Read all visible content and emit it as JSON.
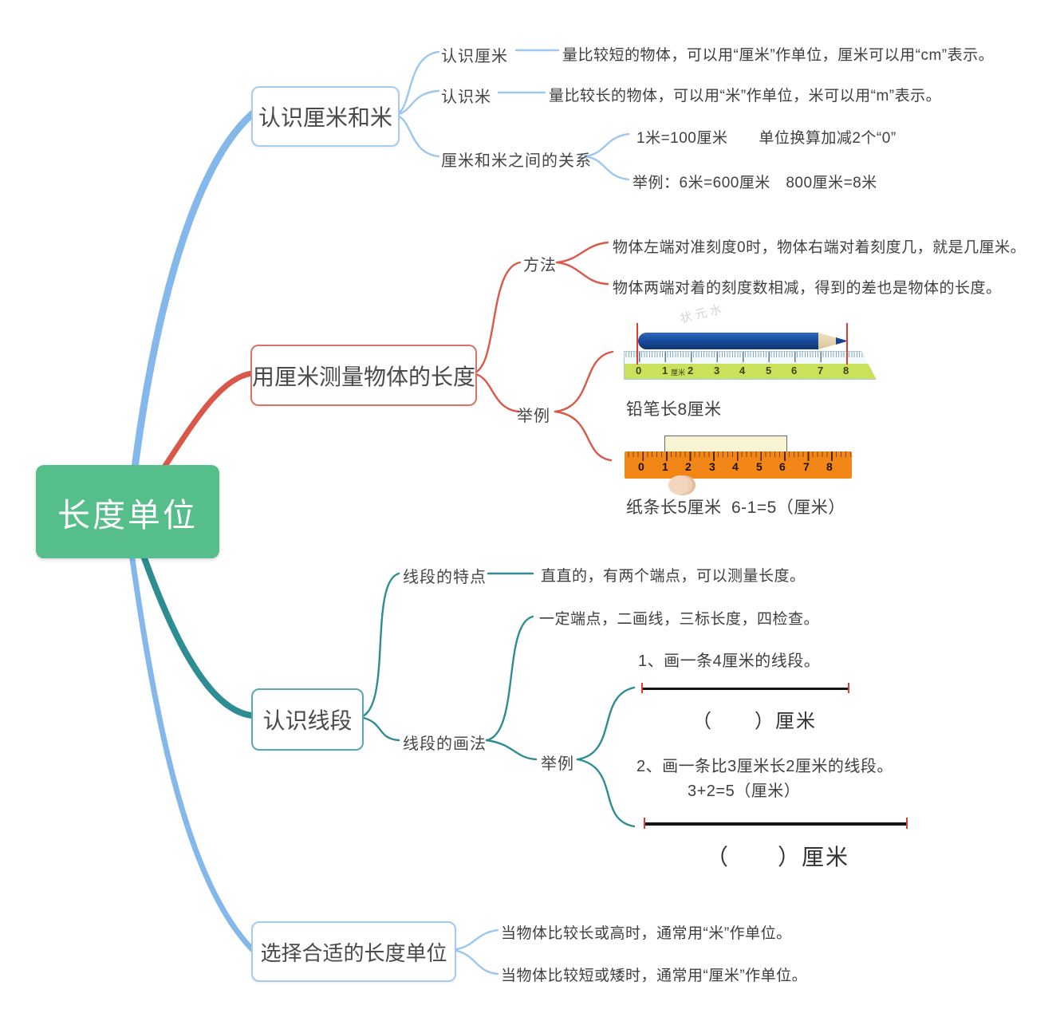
{
  "root": {
    "label": "长度单位"
  },
  "b1": {
    "label": "认识厘米和米",
    "c1": {
      "label": "认识厘米",
      "text": "量比较短的物体，可以用“厘米”作单位，厘米可以用“cm”表示。"
    },
    "c2": {
      "label": "认识米",
      "text": "量比较长的物体，可以用“米”作单位，米可以用“m”表示。"
    },
    "c3": {
      "label": "厘米和米之间的关系",
      "item1": "1米=100厘米　　单位换算加减2个“0”",
      "item2": "举例：6米=600厘米　800厘米=8米"
    }
  },
  "b2": {
    "label": "用厘米测量物体的长度",
    "method": {
      "label": "方法",
      "item1": "物体左端对准刻度0时，物体右端对着刻度几，就是几厘米。",
      "item2": "物体两端对着的刻度数相减，得到的差也是物体的长度。"
    },
    "example": {
      "label": "举例",
      "watermark": "状元水",
      "pencil_caption": "铅笔长8厘米",
      "strip_caption": "纸条长5厘米",
      "strip_formula": "6-1=5（厘米）",
      "pencil_ruler_labels": [
        "0",
        "1",
        "厘米",
        "2",
        "3",
        "4",
        "5",
        "6",
        "7",
        "8"
      ],
      "orange_ruler_labels": [
        "0",
        "1",
        "2",
        "3",
        "4",
        "5",
        "6",
        "7",
        "8"
      ]
    }
  },
  "b3": {
    "label": "认识线段",
    "feature": {
      "label": "线段的特点",
      "text": "直直的，有两个端点，可以测量长度。"
    },
    "method": {
      "label": "线段的画法",
      "steps": "一定端点，二画线，三标长度，四检查。",
      "example": {
        "label": "举例",
        "ex1": {
          "title": "1、画一条4厘米的线段。",
          "answer": "（　　）厘米"
        },
        "ex2": {
          "title": "2、画一条比3厘米长2厘米的线段。",
          "formula": "3+2=5（厘米）",
          "answer": "（　　）厘米"
        }
      }
    }
  },
  "b4": {
    "label": "选择合适的长度单位",
    "item1": "当物体比较长或高时，通常用“米”作单位。",
    "item2": "当物体比较短或矮时，通常用“厘米”作单位。"
  },
  "colors": {
    "blue": "#85B8EA",
    "red": "#D9584A",
    "teal": "#2E8D92",
    "green": "#55BE8B"
  }
}
